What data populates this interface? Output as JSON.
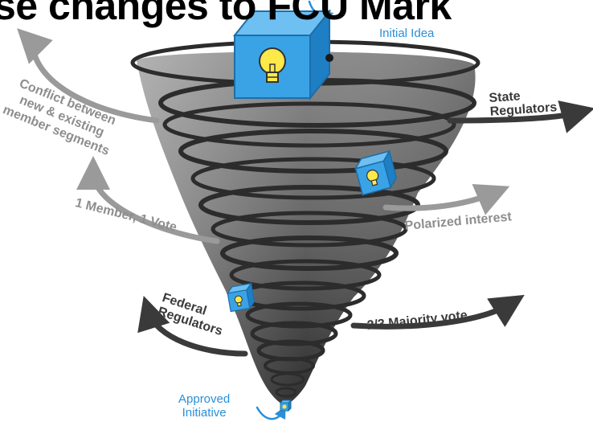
{
  "title": "se changes to FCU Mark",
  "labels": {
    "initial_idea": "Initial Idea",
    "state_regulators": [
      "State",
      "Regulators"
    ],
    "conflict": [
      "Conflict between",
      "new & existing",
      "member segments"
    ],
    "polarized": "Polarized interest",
    "one_member_one_vote": "1 Member, 1 Vote",
    "federal_regulators": [
      "Federal",
      "Regulators"
    ],
    "majority_vote": "2/3 Majority vote",
    "approved": [
      "Approved",
      "Initiative"
    ]
  },
  "colors": {
    "accent_blue": "#2a8fd8",
    "cube_blue": "#3aa3e6",
    "bulb_yellow": "#ffe84a",
    "dark_text": "#3a3a3a",
    "light_text": "#8e8e8e",
    "tornado_dark": "#2c2c2c",
    "tornado_light": "#cfcfcf"
  }
}
